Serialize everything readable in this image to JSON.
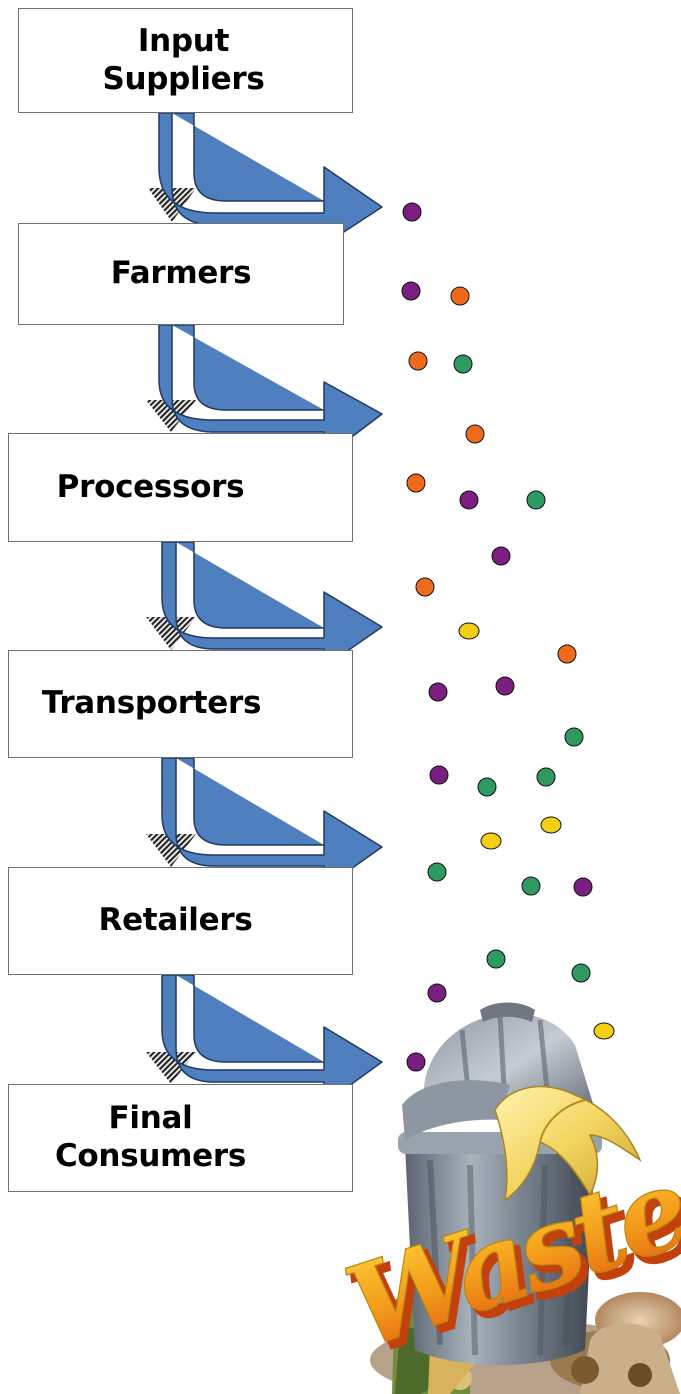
{
  "stages": [
    {
      "label": "Input\nSuppliers"
    },
    {
      "label": "Farmers"
    },
    {
      "label": "Processors"
    },
    {
      "label": "Transporters"
    },
    {
      "label": "Retailers"
    },
    {
      "label": "Final\nConsumers"
    }
  ],
  "waste_label": "Waste",
  "colors": {
    "arrow": "#4f7fbf",
    "arrow_outline": "#1f3a63",
    "box_border": "#6f6f6f",
    "dot_purple": "#7a1e7f",
    "dot_orange": "#ef6a1c",
    "dot_green": "#2e9960",
    "dot_yellow": "#f5cf14",
    "waste_text": "#f3a11f"
  },
  "waste_particles": [
    {
      "color": "purple"
    },
    {
      "color": "purple"
    },
    {
      "color": "orange"
    },
    {
      "color": "orange"
    },
    {
      "color": "green"
    },
    {
      "color": "orange"
    },
    {
      "color": "orange"
    },
    {
      "color": "purple"
    },
    {
      "color": "green"
    },
    {
      "color": "purple"
    },
    {
      "color": "orange"
    },
    {
      "color": "yellow"
    },
    {
      "color": "orange"
    },
    {
      "color": "purple"
    },
    {
      "color": "purple"
    },
    {
      "color": "green"
    },
    {
      "color": "purple"
    },
    {
      "color": "green"
    },
    {
      "color": "green"
    },
    {
      "color": "yellow"
    },
    {
      "color": "yellow"
    },
    {
      "color": "green"
    },
    {
      "color": "green"
    },
    {
      "color": "purple"
    },
    {
      "color": "green"
    },
    {
      "color": "green"
    },
    {
      "color": "purple"
    },
    {
      "color": "yellow"
    },
    {
      "color": "purple"
    }
  ]
}
